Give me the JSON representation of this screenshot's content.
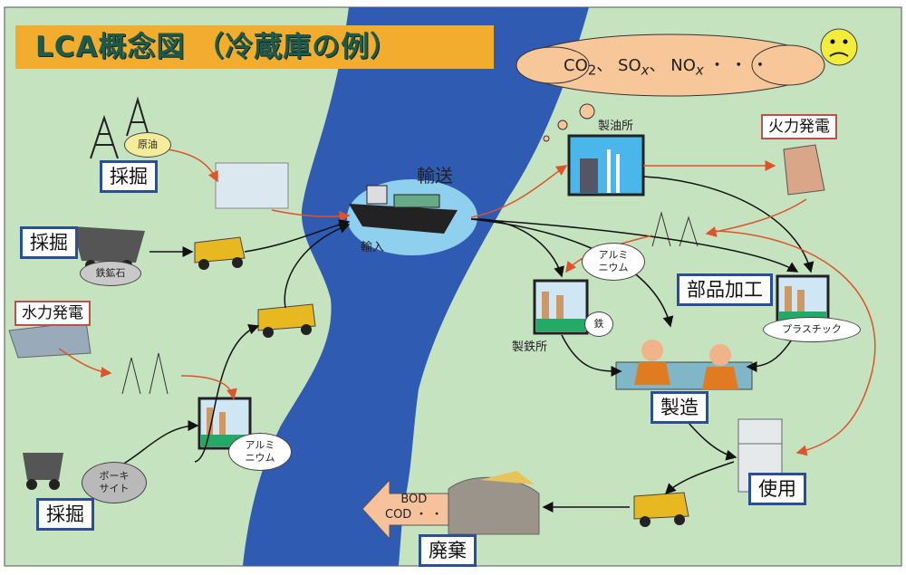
{
  "title": "LCA概念図 （冷蔵庫の例）",
  "emissions_air": {
    "co2": "CO",
    "co2_sub": "2",
    "sep1": "、 ",
    "sox": "SO",
    "sox_sub": "x",
    "sep2": "、 ",
    "nox": "NO",
    "nox_sub": "x",
    "dots": " ・ ・ ・"
  },
  "emissions_water": {
    "line1": "BOD",
    "line2": "COD ・ ・"
  },
  "labels": {
    "mining_oil": "採掘",
    "mining_iron": "採掘",
    "mining_bauxite": "採掘",
    "hydro_power": "水力発電",
    "thermal_power": "火力発電",
    "transport": "輸送",
    "import": "輸入",
    "parts_processing": "部品加工",
    "manufacturing": "製造",
    "use": "使用",
    "disposal": "廃棄",
    "refinery": "製油所",
    "steelworks": "製鉄所"
  },
  "ovals": {
    "crude_oil": "原油",
    "iron_ore": "鉄鉱石",
    "bauxite": "ボーキ\nサイト",
    "aluminum_left": "アルミ\nニウム",
    "aluminum_right": "アルミ\nニウム",
    "iron": "鉄",
    "plastic": "プラスチック"
  },
  "colors": {
    "land": "#c6e3c0",
    "river": "#2f5bb2",
    "title_bg": "#f2ac2e",
    "cloud": "#f7c79a",
    "arrow_red": "#e0522a",
    "label_border": "#2a4f9a"
  }
}
